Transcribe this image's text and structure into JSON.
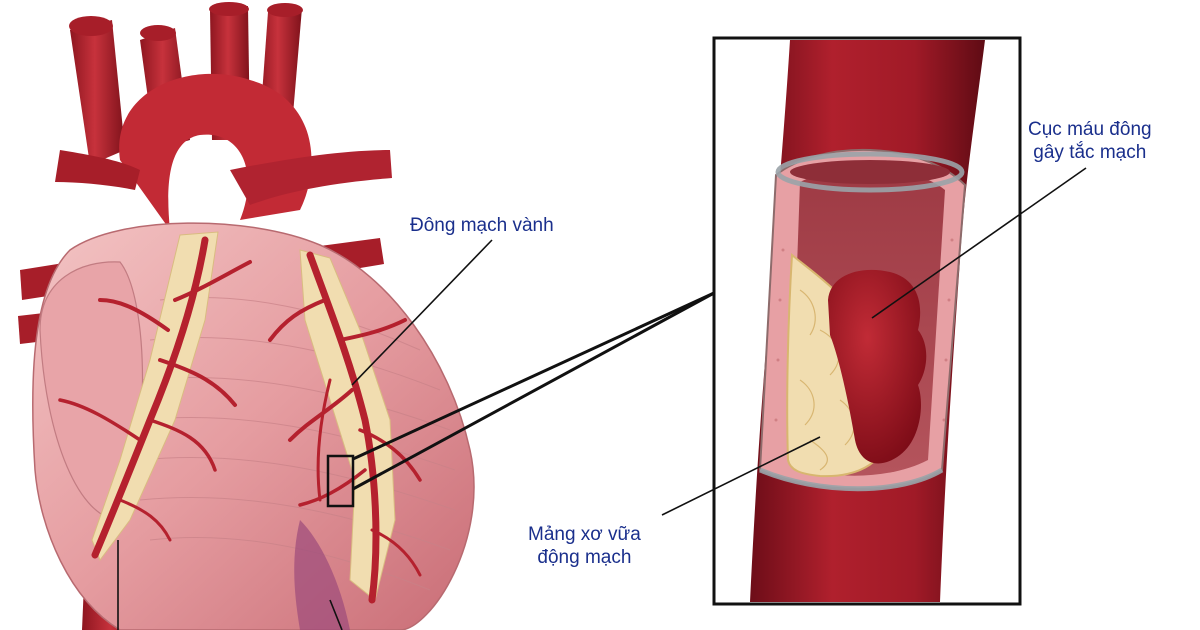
{
  "labels": {
    "coronary_artery": "Đông mạch vành",
    "plaque_line1": "Mảng xơ vữa",
    "plaque_line2": "động mạch",
    "clot_line1": "Cục máu đông",
    "clot_line2": "gây tắc mạch"
  },
  "colors": {
    "label_text": "#1a2f8c",
    "artery_red": "#b5212e",
    "heart_pink": "#e8a0a3",
    "plaque_yellow": "#f1ddb0",
    "clot_dark_red": "#8c0f1c",
    "leader_line": "#111111"
  }
}
